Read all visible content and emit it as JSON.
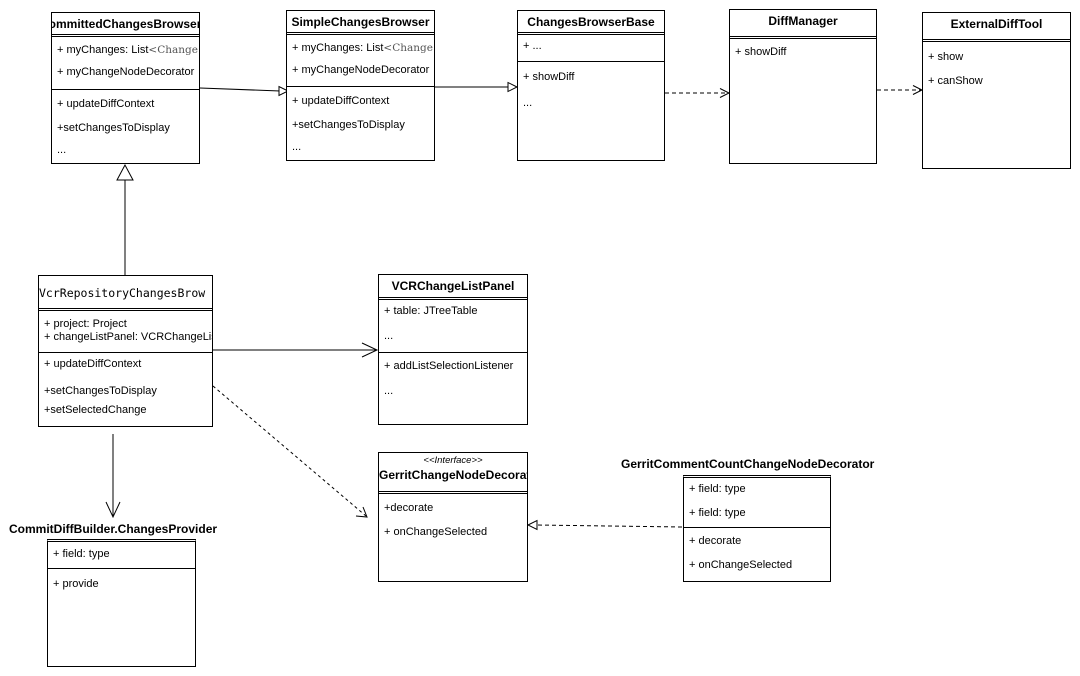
{
  "diagram": {
    "classes": {
      "committed": {
        "name": "CommittedChangesBrowser",
        "attr1_prefix": "+ myChanges: List",
        "attr1_suffix": "<Change",
        "attr2": "+ myChangeNodeDecorator",
        "op1": "+ updateDiffContext",
        "op2": "+setChangesToDisplay",
        "op3": "..."
      },
      "simple": {
        "name": "SimpleChangesBrowser",
        "attr1_prefix": "+ myChanges: List",
        "attr1_suffix": "<Change",
        "attr2": "+ myChangeNodeDecorator",
        "op1": "+ updateDiffContext",
        "op2": "+setChangesToDisplay",
        "op3": "..."
      },
      "base": {
        "name": "ChangesBrowserBase",
        "attr1": "+ ...",
        "op1": "+ showDiff",
        "op2": "..."
      },
      "diffmgr": {
        "name": "DiffManager",
        "op1": "+ showDiff"
      },
      "exttool": {
        "name": "ExternalDiffTool",
        "op1": "+ show",
        "op2": "+ canShow"
      },
      "vcrrepo": {
        "name": "VcrRepositoryChangesBrow",
        "attr1": "+ project: Project",
        "attr2": "+ changeListPanel: VCRChangeLis",
        "op1": "+ updateDiffContext",
        "op2": "+setChangesToDisplay",
        "op3": "+setSelectedChange"
      },
      "vcrpanel": {
        "name": "VCRChangeListPanel",
        "attr1": "+ table: JTreeTable",
        "attr2": "...",
        "op1": "+ addListSelectionListener",
        "op2": "..."
      },
      "gerritdec": {
        "stereotype": "<<Interface>>",
        "name": "GerritChangeNodeDecorator",
        "op1": "+decorate",
        "op2": "+ onChangeSelected"
      },
      "gerritcount": {
        "name": "GerritCommentCountChangeNodeDecorator",
        "attr1": "+ field: type",
        "attr2": "+ field: type",
        "op1": "+ decorate",
        "op2": "+ onChangeSelected"
      },
      "provider": {
        "name": "CommitDiffBuilder.ChangesProvider",
        "attr1": "+ field: type",
        "op1": "+ provide"
      }
    },
    "relationships": [
      {
        "from": "CommittedChangesBrowser",
        "to": "SimpleChangesBrowser",
        "type": "generalization"
      },
      {
        "from": "SimpleChangesBrowser",
        "to": "ChangesBrowserBase",
        "type": "generalization"
      },
      {
        "from": "ChangesBrowserBase",
        "to": "DiffManager",
        "type": "dependency"
      },
      {
        "from": "DiffManager",
        "to": "ExternalDiffTool",
        "type": "dependency"
      },
      {
        "from": "VcrRepositoryChangesBrow",
        "to": "CommittedChangesBrowser",
        "type": "generalization"
      },
      {
        "from": "VcrRepositoryChangesBrow",
        "to": "VCRChangeListPanel",
        "type": "association"
      },
      {
        "from": "VcrRepositoryChangesBrow",
        "to": "GerritChangeNodeDecorator",
        "type": "dependency"
      },
      {
        "from": "VcrRepositoryChangesBrow",
        "to": "CommitDiffBuilder.ChangesProvider",
        "type": "association"
      },
      {
        "from": "GerritCommentCountChangeNodeDecorator",
        "to": "GerritChangeNodeDecorator",
        "type": "realization"
      }
    ]
  }
}
